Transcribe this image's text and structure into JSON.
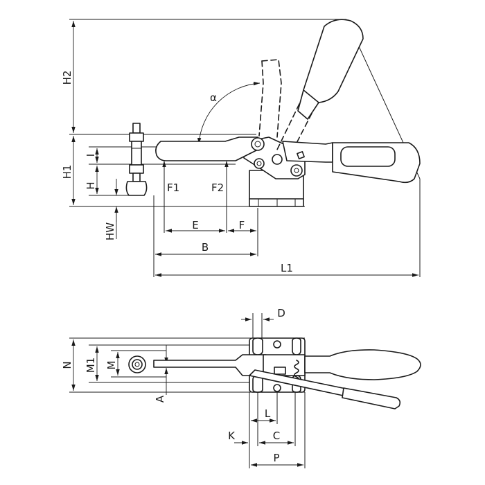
{
  "colors": {
    "ink": "#1a1a1a",
    "paper": "#ffffff"
  },
  "side_view": {
    "labels": {
      "H2": "H2",
      "H1": "H1",
      "H": "H",
      "I": "I",
      "HW": "HW",
      "F1": "F1",
      "F2": "F2",
      "E": "E",
      "F": "F",
      "B": "B",
      "L1": "L1",
      "alpha": "α"
    }
  },
  "top_view": {
    "labels": {
      "D": "D",
      "N": "N",
      "M1": "M1",
      "M": "M",
      "A": "A",
      "L": "L",
      "K": "K",
      "C": "C",
      "P": "P"
    }
  }
}
